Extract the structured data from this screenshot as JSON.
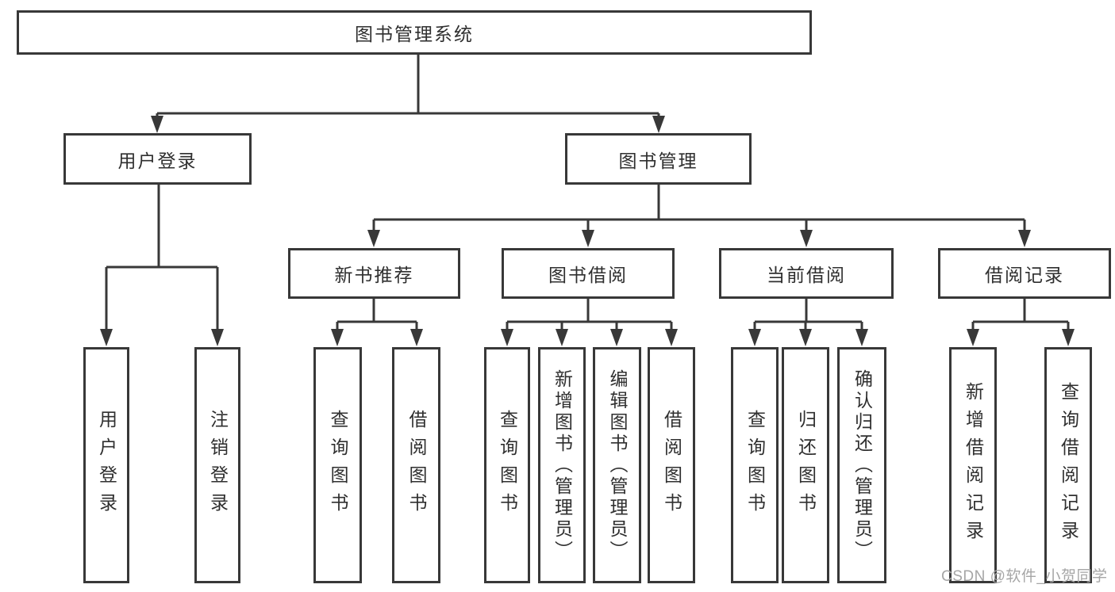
{
  "diagram_type": "hierarchy-tree",
  "watermark": "CSDN @软件_小贺同学",
  "colors": {
    "line": "#383838",
    "box_border": "#383838",
    "text": "#2f2f2f",
    "watermark": "#a6a6a6",
    "background": "#ffffff"
  },
  "tree": {
    "label": "图书管理系统",
    "children": [
      {
        "label": "用户登录",
        "children": [
          {
            "label": "用户登录"
          },
          {
            "label": "注销登录"
          }
        ]
      },
      {
        "label": "图书管理",
        "children": [
          {
            "label": "新书推荐",
            "children": [
              {
                "label": "查询图书"
              },
              {
                "label": "借阅图书"
              }
            ]
          },
          {
            "label": "图书借阅",
            "children": [
              {
                "label": "查询图书"
              },
              {
                "label": "新增图书（管理员）"
              },
              {
                "label": "编辑图书（管理员）"
              },
              {
                "label": "借阅图书"
              }
            ]
          },
          {
            "label": "当前借阅",
            "children": [
              {
                "label": "查询图书"
              },
              {
                "label": "归还图书"
              },
              {
                "label": "确认归还（管理员）"
              }
            ]
          },
          {
            "label": "借阅记录",
            "children": [
              {
                "label": "新增借阅记录"
              },
              {
                "label": "查询借阅记录"
              }
            ]
          }
        ]
      }
    ]
  }
}
